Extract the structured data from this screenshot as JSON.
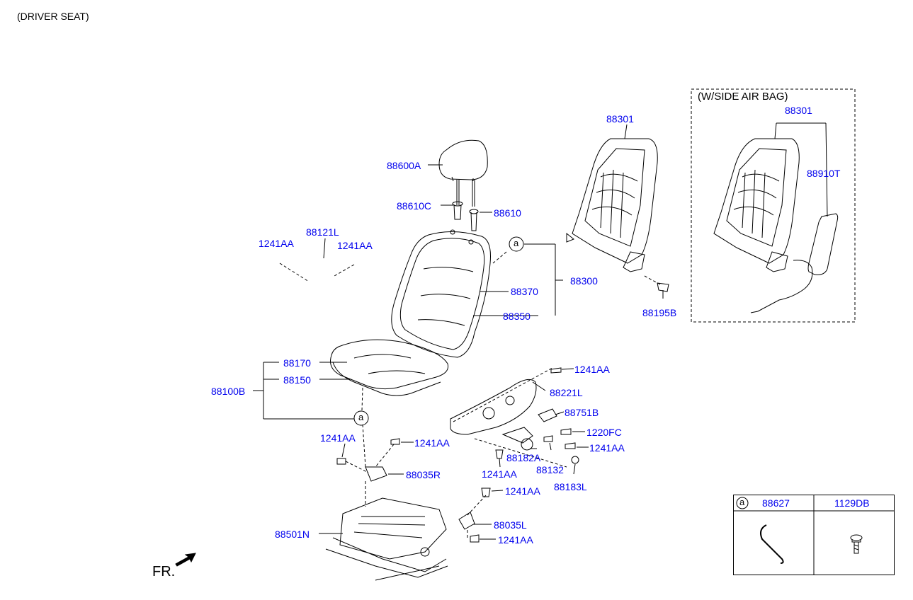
{
  "title": "(DRIVER SEAT)",
  "variant_box": {
    "title": "(W/SIDE AIR BAG)"
  },
  "orientation_label": "FR.",
  "parts": [
    {
      "id": "p1",
      "label": "88600A"
    },
    {
      "id": "p2",
      "label": "88610C"
    },
    {
      "id": "p3",
      "label": "88610"
    },
    {
      "id": "p4",
      "label": "88121L"
    },
    {
      "id": "p5",
      "label": "1241AA"
    },
    {
      "id": "p6",
      "label": "1241AA"
    },
    {
      "id": "p7",
      "label": "88370"
    },
    {
      "id": "p8",
      "label": "88300"
    },
    {
      "id": "p9",
      "label": "88350"
    },
    {
      "id": "p10",
      "label": "88301"
    },
    {
      "id": "p11",
      "label": "88195B"
    },
    {
      "id": "p12",
      "label": "88301"
    },
    {
      "id": "p13",
      "label": "88910T"
    },
    {
      "id": "p14",
      "label": "88170"
    },
    {
      "id": "p15",
      "label": "88150"
    },
    {
      "id": "p16",
      "label": "88100B"
    },
    {
      "id": "p17",
      "label": "1241AA"
    },
    {
      "id": "p18",
      "label": "88221L"
    },
    {
      "id": "p19",
      "label": "88751B"
    },
    {
      "id": "p20",
      "label": "1220FC"
    },
    {
      "id": "p21",
      "label": "1241AA"
    },
    {
      "id": "p22",
      "label": "1241AA"
    },
    {
      "id": "p23",
      "label": "1241AA"
    },
    {
      "id": "p24",
      "label": "88035R"
    },
    {
      "id": "p25",
      "label": "88182A"
    },
    {
      "id": "p26",
      "label": "88132"
    },
    {
      "id": "p27",
      "label": "1241AA"
    },
    {
      "id": "p28",
      "label": "88183L"
    },
    {
      "id": "p29",
      "label": "1241AA"
    },
    {
      "id": "p30",
      "label": "88035L"
    },
    {
      "id": "p31",
      "label": "88501N"
    },
    {
      "id": "p32",
      "label": "1241AA"
    }
  ],
  "callout_marker": "a",
  "legend": {
    "marker": "a",
    "col1_label": "88627",
    "col2_label": "1129DB"
  }
}
